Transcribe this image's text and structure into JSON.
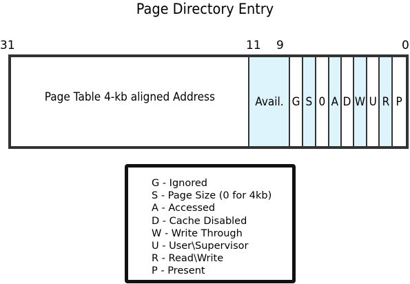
{
  "title": "Page Directory Entry",
  "bit_numbers": [
    "31",
    "11",
    "9",
    "0"
  ],
  "fields": [
    {
      "label": "Page Table 4-kb aligned Address",
      "color": "#ffffff"
    },
    {
      "label": "Avail.",
      "color": "#ddf4fc"
    },
    {
      "label": "G",
      "color": "#ffffff"
    },
    {
      "label": "S",
      "color": "#ddf4fc"
    },
    {
      "label": "0",
      "color": "#ffffff"
    },
    {
      "label": "A",
      "color": "#ddf4fc"
    },
    {
      "label": "D",
      "color": "#ffffff"
    },
    {
      "label": "W",
      "color": "#ddf4fc"
    },
    {
      "label": "U",
      "color": "#ffffff"
    },
    {
      "label": "R",
      "color": "#ddf4fc"
    },
    {
      "label": "P",
      "color": "#ffffff"
    }
  ],
  "legend": [
    "G - Ignored",
    "S - Page Size (0 for 4kb)",
    "A - Accessed",
    "D - Cache Disabled",
    "W - Write Through",
    "U - User\\Supervisor",
    "R - Read\\Write",
    "P - Present"
  ]
}
